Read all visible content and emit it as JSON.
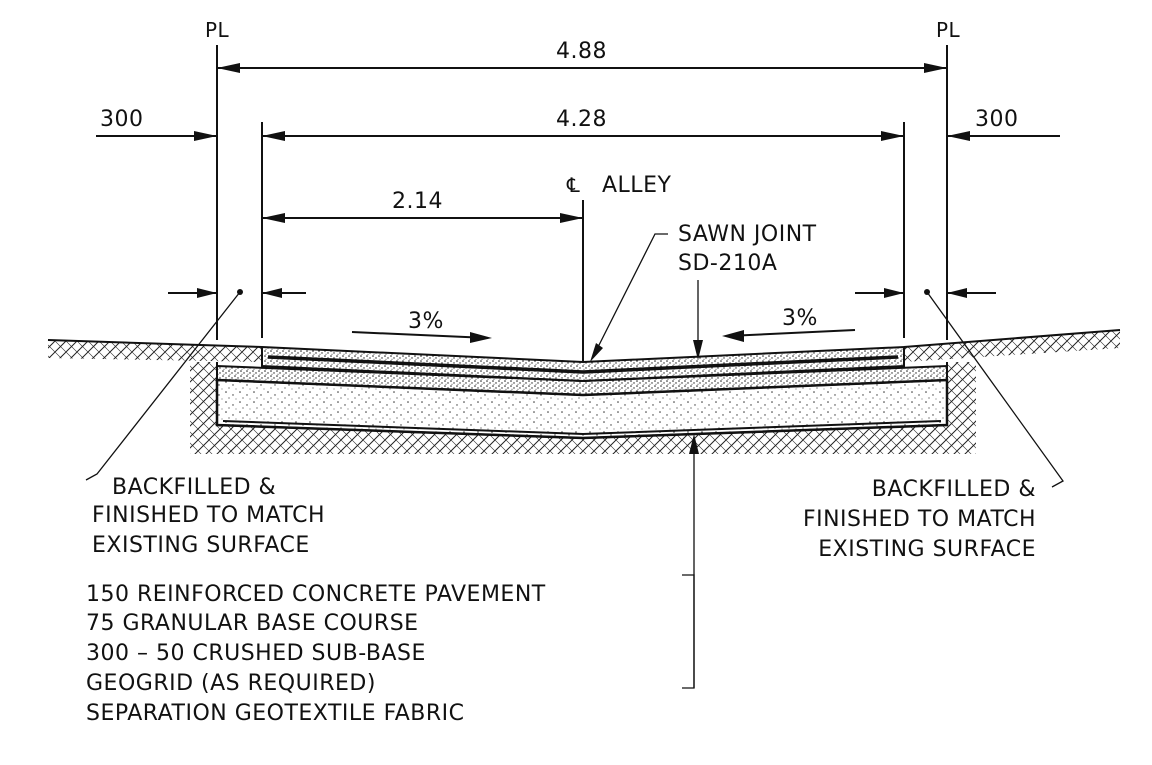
{
  "property_line_symbol": "PL",
  "centerline_label": "ALLEY",
  "dimensions": {
    "total_width": "4.88",
    "pavement_width": "4.28",
    "half_width": "2.14",
    "left_offset": "300",
    "right_offset": "300"
  },
  "slopes": {
    "left": "3%",
    "right": "3%"
  },
  "sawn_joint": {
    "line1": "SAWN JOINT",
    "line2": "SD-210A"
  },
  "backfill_note_left": [
    "BACKFILLED &",
    "FINISHED TO MATCH",
    "EXISTING SURFACE"
  ],
  "backfill_note_right": [
    "BACKFILLED &",
    "FINISHED TO MATCH",
    "EXISTING SURFACE"
  ],
  "layers": [
    "150 REINFORCED CONCRETE PAVEMENT",
    "75 GRANULAR BASE COURSE",
    "300 – 50 CRUSHED SUB-BASE",
    "GEOGRID (AS REQUIRED)",
    "SEPARATION GEOTEXTILE FABRIC"
  ]
}
